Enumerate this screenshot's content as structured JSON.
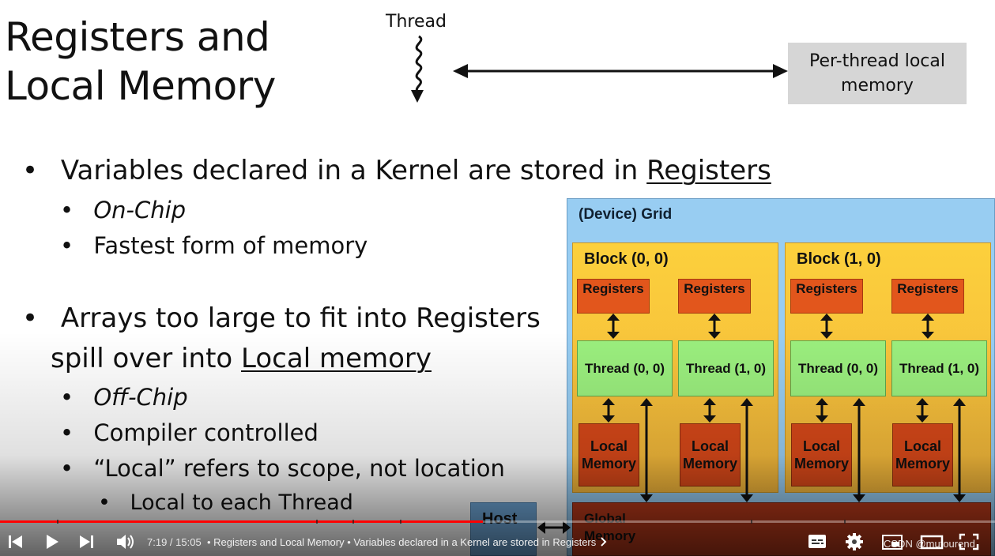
{
  "slide": {
    "title_line1": "Registers and",
    "title_line2": "Local Memory",
    "thread_label": "Thread",
    "per_thread_line1": "Per-thread local",
    "per_thread_line2": "memory",
    "bullets": {
      "b1_pre": "Variables declared in a Kernel are stored in ",
      "b1_link": "Registers",
      "b1_sub1": "On-Chip",
      "b1_sub2": "Fastest form of memory",
      "b2_line1": "Arrays too large to fit into Registers",
      "b2_line2_pre": "spill over into ",
      "b2_line2_link": "Local memory",
      "b2_sub1": "Off-Chip",
      "b2_sub2": "Compiler controlled",
      "b2_sub3": "“Local” refers to scope, not location",
      "b2_sub3_sub": "Local to each Thread"
    },
    "diagram": {
      "grid_label": "(Device) Grid",
      "block0_label": "Block (0, 0)",
      "block1_label": "Block (1, 0)",
      "registers_label": "Registers",
      "thread00_label": "Thread (0, 0)",
      "thread10_label": "Thread (1, 0)",
      "local_label_line1": "Local",
      "local_label_line2": "Memory",
      "global_label_line1": "Global",
      "global_label_line2": "Memory",
      "host_label": "Host",
      "colors": {
        "grid": "#98cdf2",
        "block": "#f6c23b",
        "registers": "#e2561c",
        "thread": "#9bef7e",
        "local": "#d74819",
        "global": "#b5381a",
        "host": "#6fa7d8"
      }
    }
  },
  "player": {
    "current_time": "7:19",
    "duration": "15:05",
    "time_display": "7:19 / 15:05",
    "chapter_text": "• Registers and Local Memory • Variables declared in a Kernel are stored in Registers",
    "progress_fraction": 0.485,
    "watermark": "CSDN @mutourend",
    "icons": [
      "skip-back-icon",
      "play-icon",
      "skip-next-icon",
      "volume-icon",
      "subtitles-icon",
      "settings-icon",
      "miniplayer-icon",
      "theater-icon",
      "fullscreen-icon"
    ],
    "accent_color": "#ff0000"
  }
}
